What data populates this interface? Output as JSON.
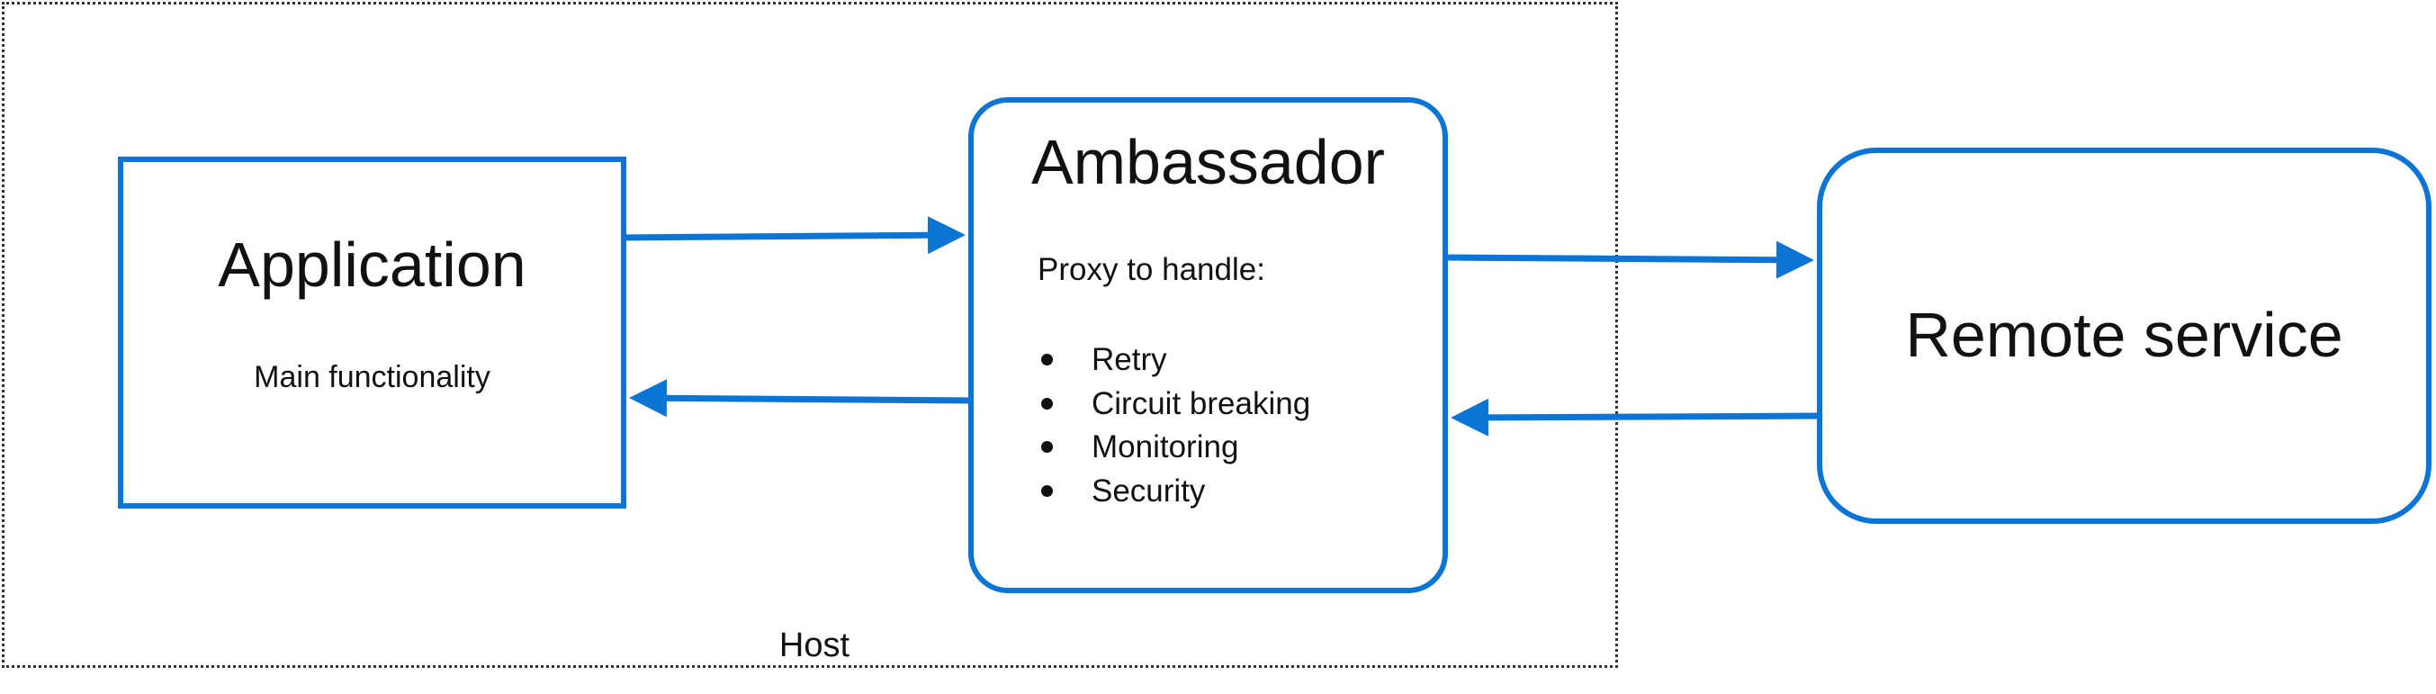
{
  "host": {
    "label": "Host"
  },
  "application": {
    "title": "Application",
    "subtitle": "Main functionality"
  },
  "ambassador": {
    "title": "Ambassador",
    "intro": "Proxy to handle:",
    "items": [
      "Retry",
      "Circuit breaking",
      "Monitoring",
      "Security"
    ]
  },
  "remote": {
    "title": "Remote service"
  },
  "colors": {
    "accent": "#0b74d4",
    "border_dotted": "#333333",
    "text": "#111111"
  }
}
